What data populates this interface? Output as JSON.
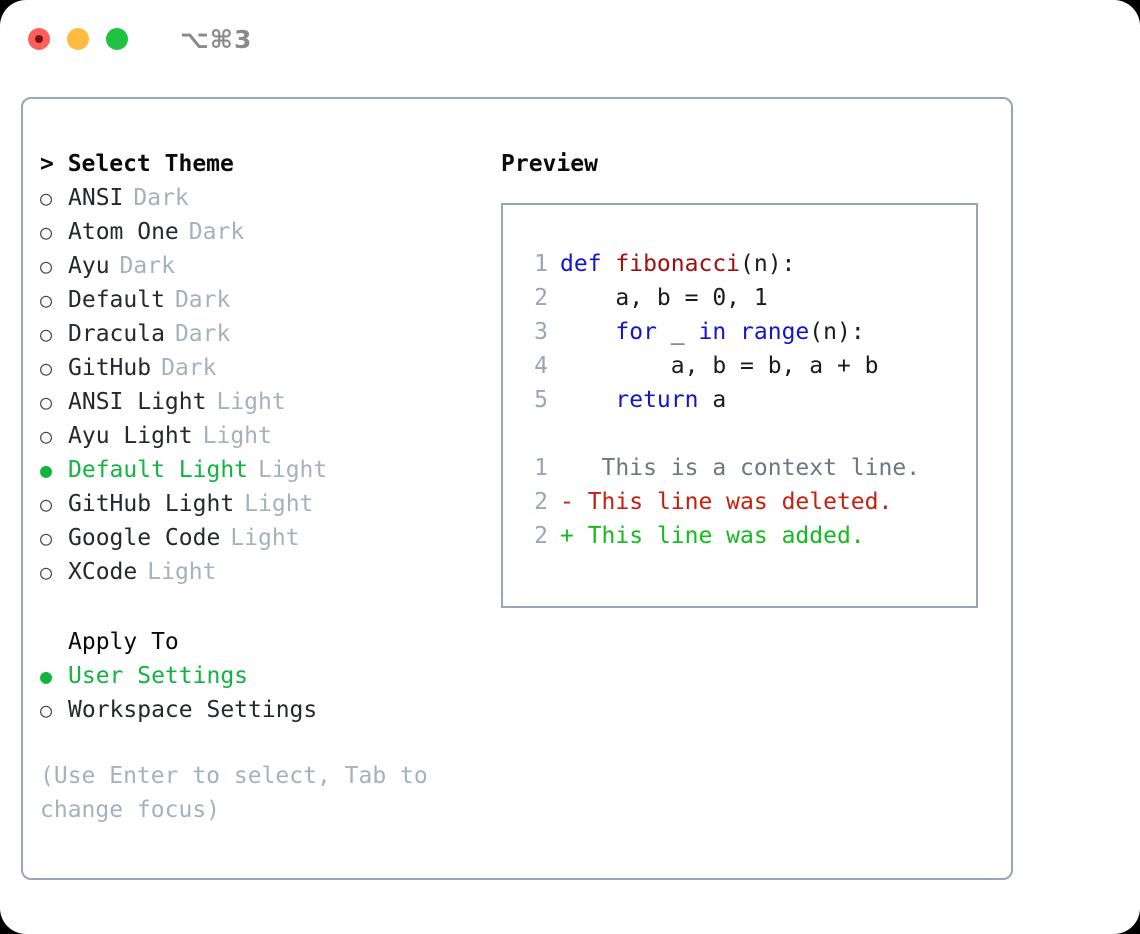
{
  "window": {
    "title": "⌥⌘3",
    "traffic_lights": [
      {
        "name": "close-button",
        "color": "#fc605c"
      },
      {
        "name": "minimize-button",
        "color": "#fdbc40"
      },
      {
        "name": "maximize-button",
        "color": "#1fc341"
      }
    ]
  },
  "theme_panel": {
    "header": "> Select Theme",
    "selected_bullet": "●",
    "unselected_bullet": "○",
    "accent_color": "#12b33f",
    "items": [
      {
        "bullet": "○",
        "label": "ANSI",
        "tag": "Dark",
        "selected": false
      },
      {
        "bullet": "○",
        "label": "Atom One",
        "tag": "Dark",
        "selected": false
      },
      {
        "bullet": "○",
        "label": "Ayu",
        "tag": "Dark",
        "selected": false
      },
      {
        "bullet": "○",
        "label": "Default",
        "tag": "Dark",
        "selected": false
      },
      {
        "bullet": "○",
        "label": "Dracula",
        "tag": "Dark",
        "selected": false
      },
      {
        "bullet": "○",
        "label": "GitHub",
        "tag": "Dark",
        "selected": false
      },
      {
        "bullet": "○",
        "label": "ANSI Light",
        "tag": "Light",
        "selected": false
      },
      {
        "bullet": "○",
        "label": "Ayu Light",
        "tag": "Light",
        "selected": false
      },
      {
        "bullet": "●",
        "label": "Default Light",
        "tag": "Light",
        "selected": true
      },
      {
        "bullet": "○",
        "label": "GitHub Light",
        "tag": "Light",
        "selected": false
      },
      {
        "bullet": "○",
        "label": "Google Code",
        "tag": "Light",
        "selected": false
      },
      {
        "bullet": "○",
        "label": "XCode",
        "tag": "Light",
        "selected": false
      }
    ]
  },
  "apply_to": {
    "header": "Apply To",
    "items": [
      {
        "bullet": "●",
        "label": "User Settings",
        "selected": true
      },
      {
        "bullet": "○",
        "label": "Workspace Settings",
        "selected": false
      }
    ]
  },
  "hint": "(Use Enter to select, Tab to change focus)",
  "preview": {
    "title": "Preview",
    "code_lines": [
      {
        "lineno": "1",
        "tokens": [
          {
            "text": "def ",
            "style": "kw"
          },
          {
            "text": "fibonacci",
            "style": "fn"
          },
          {
            "text": "(n):",
            "style": "plain"
          }
        ]
      },
      {
        "lineno": "2",
        "tokens": [
          {
            "text": "    a, b = 0, 1",
            "style": "plain"
          }
        ]
      },
      {
        "lineno": "3",
        "tokens": [
          {
            "text": "    ",
            "style": "plain"
          },
          {
            "text": "for",
            "style": "kw"
          },
          {
            "text": " _ ",
            "style": "plain"
          },
          {
            "text": "in",
            "style": "kw"
          },
          {
            "text": " ",
            "style": "plain"
          },
          {
            "text": "range",
            "style": "kw"
          },
          {
            "text": "(n):",
            "style": "plain"
          }
        ]
      },
      {
        "lineno": "4",
        "tokens": [
          {
            "text": "        a, b = b, a + b",
            "style": "plain"
          }
        ]
      },
      {
        "lineno": "5",
        "tokens": [
          {
            "text": "    ",
            "style": "plain"
          },
          {
            "text": "return",
            "style": "kw"
          },
          {
            "text": " a",
            "style": "plain"
          }
        ]
      }
    ],
    "diff_lines": [
      {
        "lineno": "1",
        "marker": " ",
        "text": "  This is a context line.",
        "kind": "context"
      },
      {
        "lineno": "2",
        "marker": "-",
        "text": " This line was deleted.",
        "kind": "deleted"
      },
      {
        "lineno": "2",
        "marker": "+",
        "text": " This line was added.",
        "kind": "added"
      }
    ]
  },
  "colors": {
    "keyword": "#1414cc",
    "function": "#a00f0f",
    "line_number": "#9aa6b6",
    "diff_context": "#6f7681",
    "diff_deleted": "#c5200e",
    "diff_added": "#14bb1e",
    "muted": "#a8b0bd",
    "border": "#9aa6b6"
  }
}
